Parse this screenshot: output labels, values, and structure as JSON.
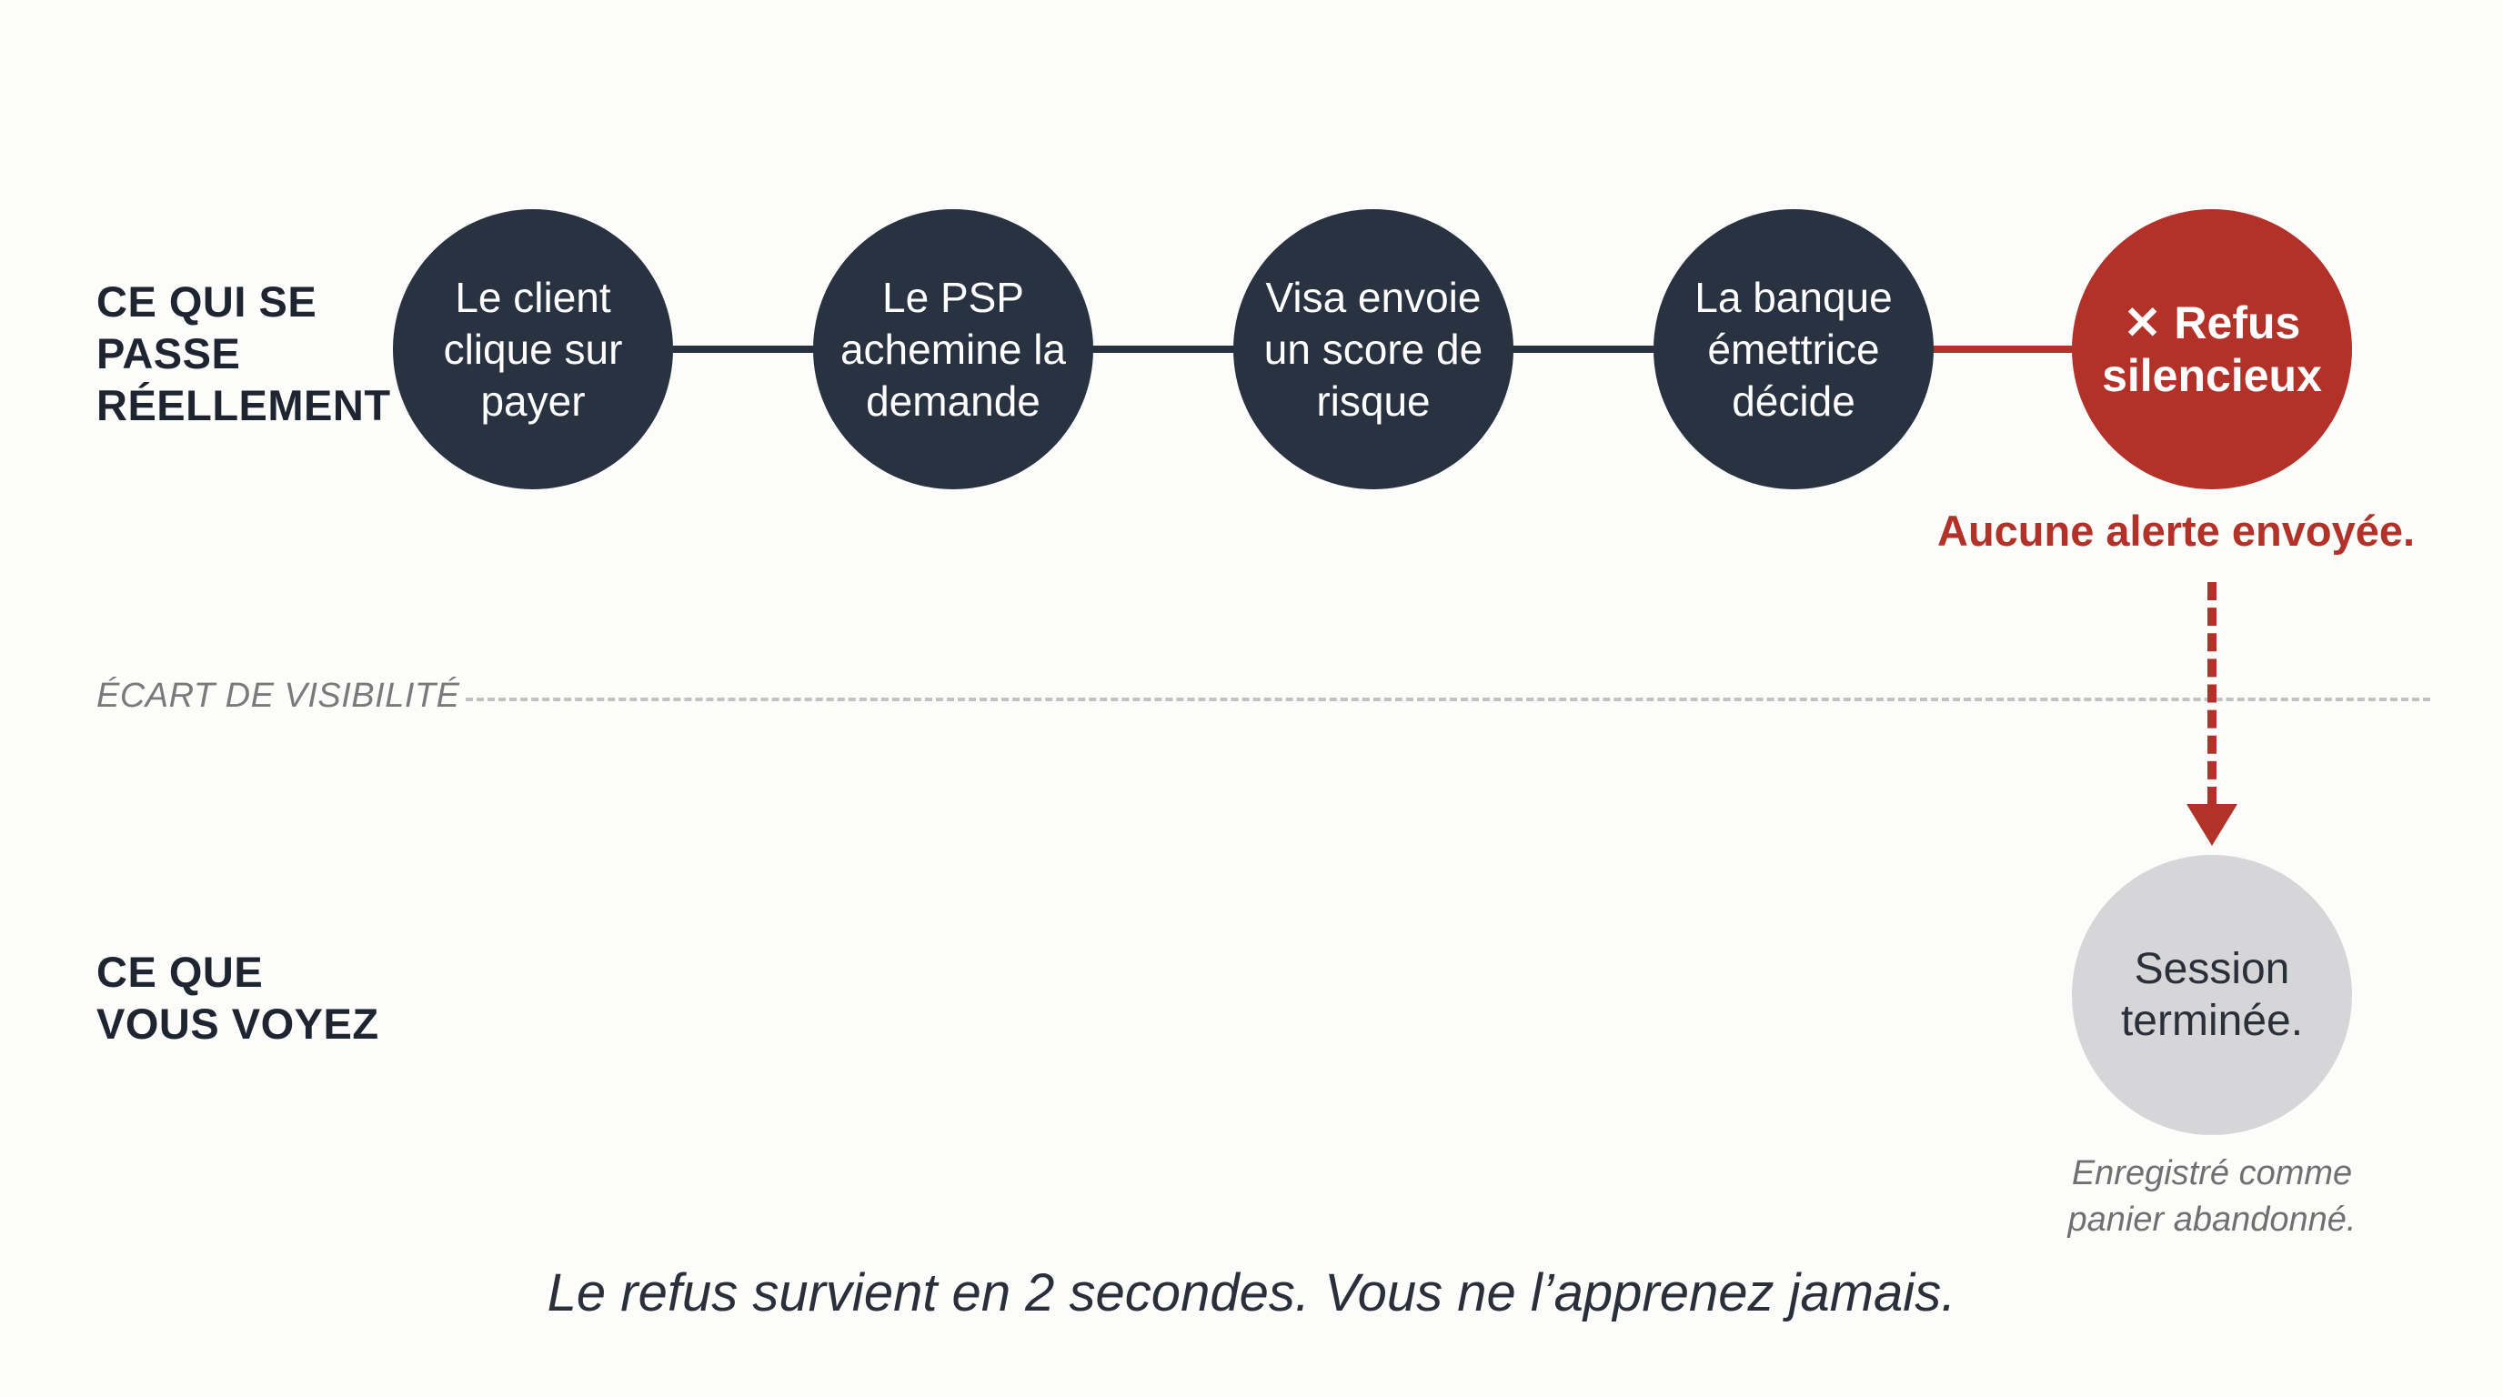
{
  "rows": {
    "top_label": "CE QUI SE\nPASSE\nRÉELLEMENT",
    "bottom_label": "CE QUE\nVOUS VOYEZ"
  },
  "gap": {
    "label": "ÉCART DE VISIBILITÉ"
  },
  "steps": [
    {
      "label": "Le client clique sur payer"
    },
    {
      "label": "Le PSP achemine la demande"
    },
    {
      "label": "Visa envoie un score de risque"
    },
    {
      "label": "La banque émettrice décide"
    }
  ],
  "refusal": {
    "label": "✕ Refus silencieux",
    "alert": "Aucune alerte envoyée."
  },
  "outcome": {
    "label": "Session terminée.",
    "note": "Enregistré comme\npanier abandonné."
  },
  "footer": "Le refus survient en 2 secondes. Vous ne l’apprenez jamais.",
  "colors": {
    "dark_navy": "#283240",
    "red": "#b2322a",
    "grey_circle": "#d6d6d8",
    "background": "#fcfcfa"
  }
}
